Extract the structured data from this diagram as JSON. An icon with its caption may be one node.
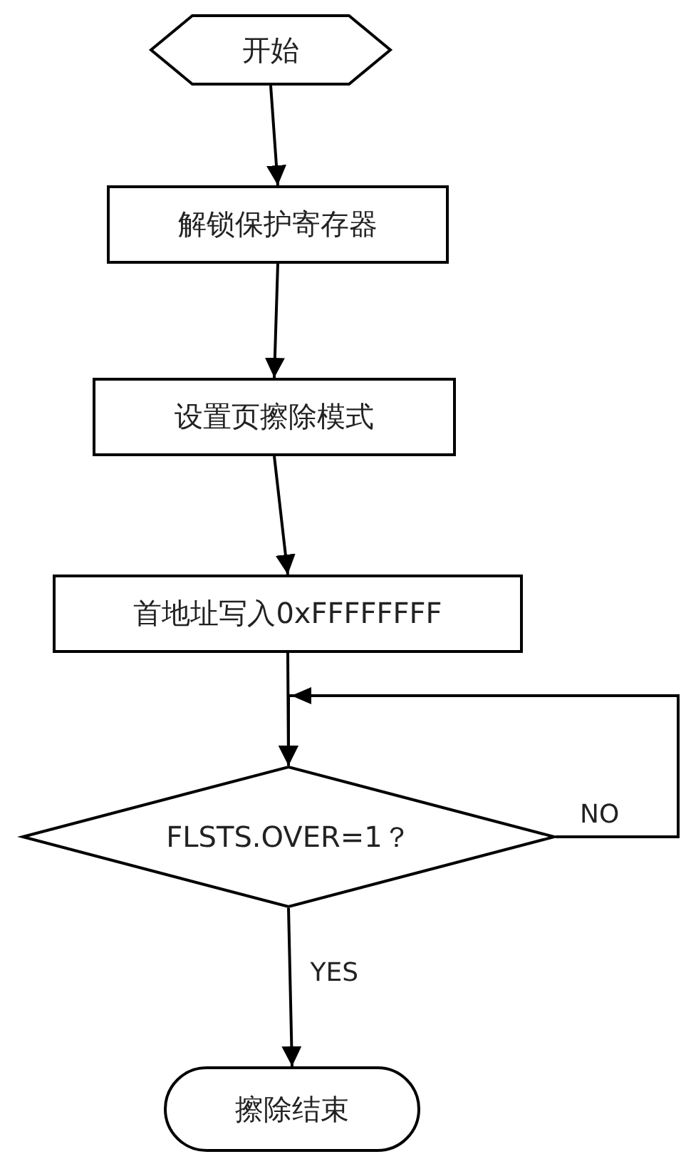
{
  "diagram": {
    "nodes": [
      {
        "text": [
          "开始"
        ]
      },
      {
        "text": [
          "解锁保护寄存器"
        ]
      },
      {
        "text": [
          "设置页擦除模式"
        ]
      },
      {
        "text": [
          "首地址写入0xFFFFFFFF"
        ]
      },
      {
        "text": [
          "FLSTS.OVER=1？"
        ]
      },
      {
        "text": [
          "擦除结束"
        ]
      }
    ],
    "edges": [
      {
        "from": 0,
        "to": 1,
        "arrow": "to"
      },
      {
        "from": 1,
        "to": 2,
        "arrow": "to"
      },
      {
        "from": 2,
        "to": 3,
        "arrow": "to"
      },
      {
        "from": 3,
        "to": 4,
        "arrow": "to"
      },
      {
        "from": 4,
        "to": 5,
        "label": "YES",
        "arrow": "to"
      },
      {
        "from": 4,
        "to": 4,
        "label": "NO",
        "arrow": "to"
      }
    ]
  }
}
